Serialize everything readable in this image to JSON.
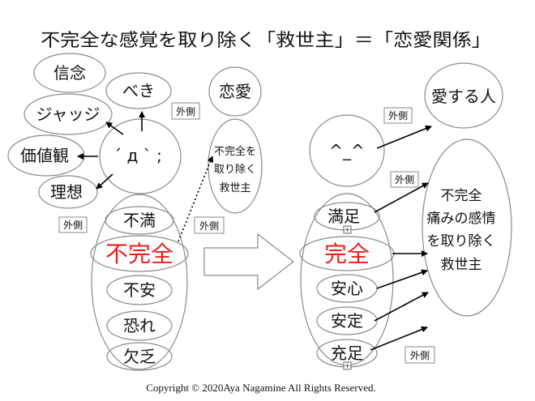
{
  "title": "不完全な感覚を取り除く「救世主」＝「恋愛関係」",
  "left": {
    "belief": "信念",
    "judge": "ジャッジ",
    "values": "価値観",
    "ideal": "理想",
    "should": "べき",
    "face": "´ д ` ;",
    "love": "恋愛",
    "savior_lines": [
      "不完全を",
      "取り除く",
      "救世主"
    ],
    "states": [
      "不満",
      "不完全",
      "不安",
      "恐れ",
      "欠乏"
    ]
  },
  "right": {
    "face": "^_^",
    "loved_one": "愛する人",
    "savior_lines": [
      "不完全",
      "痛みの感情",
      "を取り除く",
      "救世主"
    ],
    "states": [
      "満足",
      "完全",
      "安心",
      "安定",
      "充足"
    ]
  },
  "outside_labels": [
    "外側",
    "外側",
    "外側",
    "外側",
    "外側",
    "外側"
  ],
  "colors": {
    "highlight": "#e8201e",
    "outline": "#8a8a8a",
    "arrow": "#000000"
  },
  "copyright": "Copyright © 2020Aya Nagamine All Rights Reserved."
}
